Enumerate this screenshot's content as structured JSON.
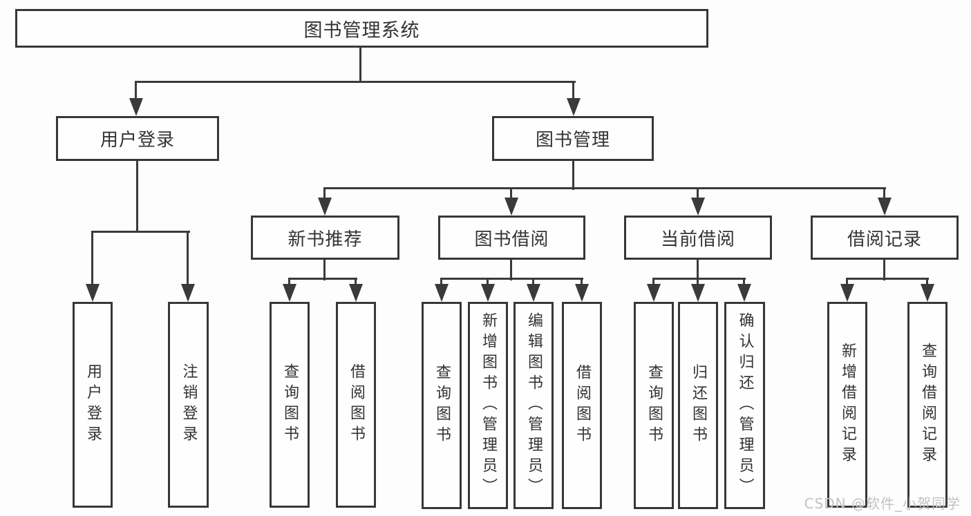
{
  "diagram": {
    "root": {
      "label": "图书管理系统"
    },
    "branches": [
      {
        "label": "用户登录",
        "children": [
          {
            "label": "用户登录"
          },
          {
            "label": "注销登录"
          }
        ]
      },
      {
        "label": "图书管理",
        "children": [
          {
            "label": "新书推荐",
            "children": [
              {
                "label": "查询图书"
              },
              {
                "label": "借阅图书"
              }
            ]
          },
          {
            "label": "图书借阅",
            "children": [
              {
                "label": "查询图书"
              },
              {
                "label": "新增图书（管理员）"
              },
              {
                "label": "编辑图书（管理员）"
              },
              {
                "label": "借阅图书"
              }
            ]
          },
          {
            "label": "当前借阅",
            "children": [
              {
                "label": "查询图书"
              },
              {
                "label": "归还图书"
              },
              {
                "label": "确认归还（管理员）"
              }
            ]
          },
          {
            "label": "借阅记录",
            "children": [
              {
                "label": "新增借阅记录"
              },
              {
                "label": "查询借阅记录"
              }
            ]
          }
        ]
      }
    ]
  },
  "watermark": {
    "text": "CSDN @软件_小贺同学"
  },
  "colors": {
    "line": "#3a3a3a",
    "border": "#373737",
    "text": "#333333",
    "watermark": "#c2c2c2",
    "background": "#fdfdfd"
  }
}
